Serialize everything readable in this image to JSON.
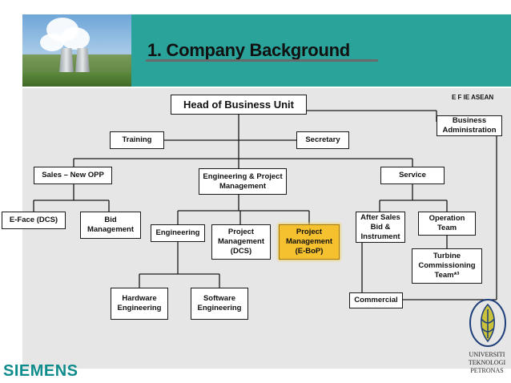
{
  "header": {
    "title": "1. Company Background"
  },
  "org_label": "E F IE ASEAN",
  "boxes": {
    "head": "Head of Business Unit",
    "business_admin": "Business Administration",
    "training": "Training",
    "secretary": "Secretary",
    "sales": "Sales – New OPP",
    "engineering_pm": "Engineering & Project Management",
    "service": "Service",
    "eface": "E-Face  (DCS)",
    "bid_mgmt": "Bid Management",
    "engineering": "Engineering",
    "pm_dcs": "Project Management (DCS)",
    "pm_ebop": "Project Management (E-BoP)",
    "after_sales": "After Sales Bid & Instrument",
    "operation": "Operation Team",
    "turbine": "Turbine Commissioning Team*³",
    "hardware": "Hardware Engineering",
    "software": "Software Engineering",
    "commercial": "Commercial"
  },
  "footer": {
    "siemens": "SIEMENS",
    "utp_line1": "UNIVERSITI",
    "utp_line2": "TEKNOLOGI",
    "utp_line3": "PETRONAS"
  },
  "colors": {
    "teal": "#2aa39a",
    "highlight": "#f6c12e",
    "siemens": "#0e8c8c"
  }
}
